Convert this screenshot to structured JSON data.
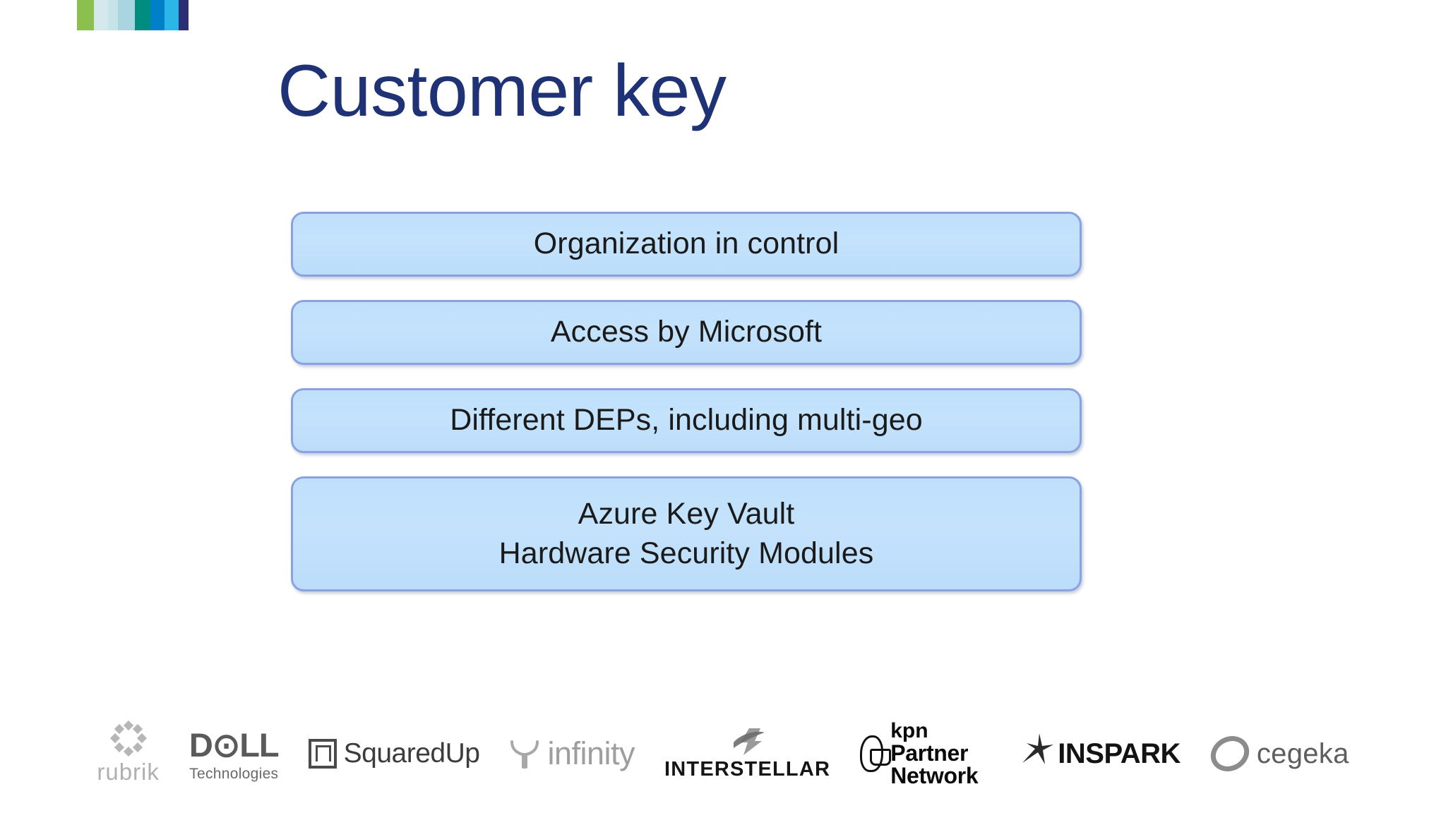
{
  "slide": {
    "background_color": "#FFFFFF",
    "title": "Customer key",
    "title_color": "#1F3275"
  },
  "brand_bar": {
    "name": "color-band-logo",
    "bands": [
      {
        "color": "#8CC04E",
        "width": 24
      },
      {
        "color": "#D5E9EC",
        "width": 20
      },
      {
        "color": "#C6E3E8",
        "width": 14
      },
      {
        "color": "#A9D5E0",
        "width": 24
      },
      {
        "color": "#008C7E",
        "width": 22
      },
      {
        "color": "#0080C8",
        "width": 20
      },
      {
        "color": "#2BB6E8",
        "width": 20
      },
      {
        "color": "#2B2E74",
        "width": 14
      }
    ]
  },
  "boxes": {
    "fill_color": "#C4E2FC",
    "border_color": "#8AA3E0",
    "text_color": "#1A1A1A",
    "items": [
      {
        "label": "Organization in control",
        "lines": 1
      },
      {
        "label": "Access by Microsoft",
        "lines": 1
      },
      {
        "label": "Different DEPs, including multi-geo",
        "lines": 1
      },
      {
        "label": "Azure Key Vault\nHardware Security Modules",
        "lines": 2
      }
    ]
  },
  "logo_strip": {
    "logos": [
      {
        "id": "rubrik",
        "wordmark": "rubrik",
        "sub": ""
      },
      {
        "id": "dell",
        "wordmark": "D⊙LL",
        "sub": "Technologies"
      },
      {
        "id": "squaredup",
        "wordmark": "SquaredUp",
        "sub": ""
      },
      {
        "id": "infinity",
        "wordmark": "infinity",
        "sub": ""
      },
      {
        "id": "interstellar",
        "wordmark": "INTERSTELLAR",
        "sub": ""
      },
      {
        "id": "kpn",
        "wordmark": "kpn",
        "sub": "Partner Network"
      },
      {
        "id": "inspark",
        "wordmark": "INSPARK",
        "sub": ""
      },
      {
        "id": "cegeka",
        "wordmark": "cegeka",
        "sub": ""
      }
    ]
  }
}
